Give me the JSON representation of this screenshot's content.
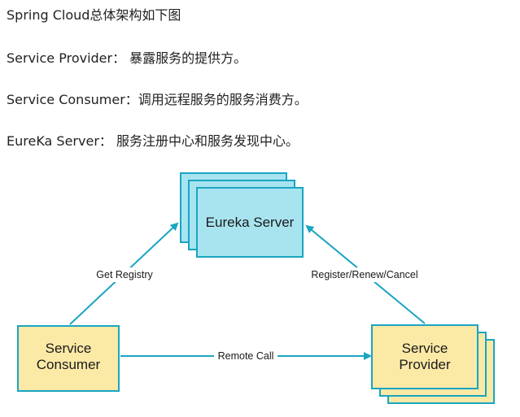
{
  "intro": {
    "title": "Spring Cloud总体架构如下图",
    "provider_line": "Service Provider： 暴露服务的提供方。",
    "consumer_line": "Service Consumer：调用远程服务的服务消费方。",
    "server_line": "EureKa Server： 服务注册中心和服务发现中心。"
  },
  "diagram": {
    "nodes": {
      "eureka": {
        "label": "Eureka Server",
        "fill": "#a8e4f0",
        "stroke": "#1aa5c2"
      },
      "consumer": {
        "line1": "Service",
        "line2": "Consumer",
        "fill": "#fbe9a6",
        "stroke": "#1aa5c2"
      },
      "provider": {
        "line1": "Service",
        "line2": "Provider",
        "fill": "#fbe9a6",
        "stroke": "#1aa5c2"
      }
    },
    "edges": {
      "get_registry": "Get Registry",
      "register": "Register/Renew/Cancel",
      "remote_call": "Remote Call"
    },
    "arrow_color": "#1aa5c2"
  }
}
